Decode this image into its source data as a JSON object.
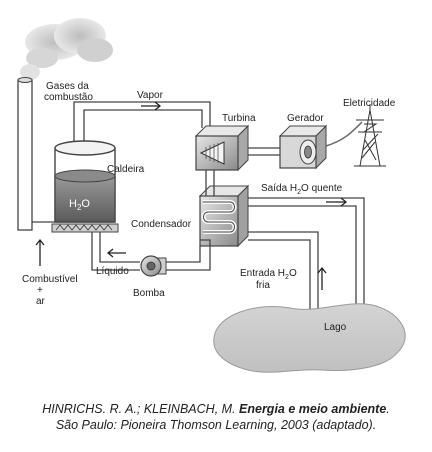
{
  "labels": {
    "gases_line1": "Gases da",
    "gases_line2": "combustão",
    "vapor": "Vapor",
    "turbina": "Turbina",
    "gerador": "Gerador",
    "eletricidade": "Eletricidade",
    "caldeira": "Caldeira",
    "h2o": "H",
    "h2o_sub": "2",
    "h2o_end": "O",
    "saida_pre": "Saída H",
    "saida_sub": "2",
    "saida_post": "O quente",
    "condensador": "Condensador",
    "liquido": "Líquido",
    "entrada_pre": "Entrada H",
    "entrada_sub": "2",
    "entrada_post": "O",
    "fria": "fria",
    "combustivel": "Combustível",
    "plus": "+",
    "ar": "ar",
    "bomba": "Bomba",
    "lago": "Lago"
  },
  "caption": {
    "authors": "HINRICHS. R. A.; KLEINBACH, M.",
    "title": "Energia e meio ambiente",
    "end": ".",
    "line2": "São Paulo: Pioneira Thomson Learning, 2003 (adaptado)."
  }
}
